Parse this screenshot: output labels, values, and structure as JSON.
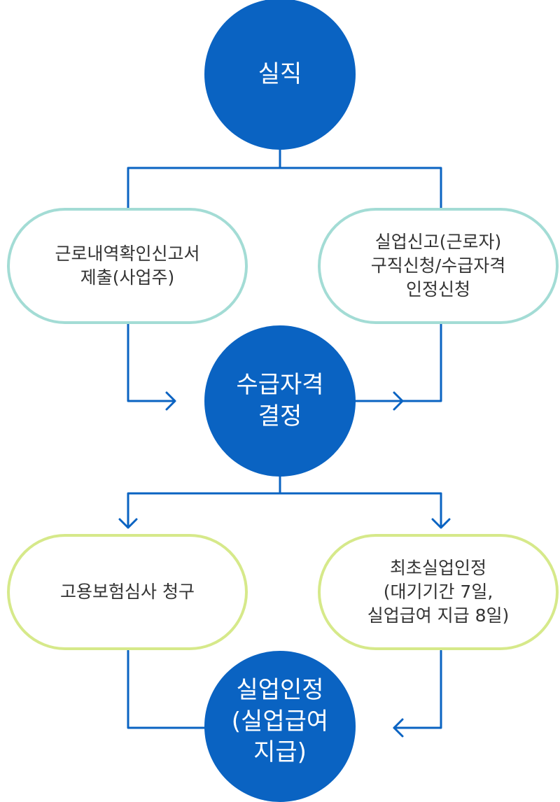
{
  "colors": {
    "node": "#0a63c2",
    "line": "#0a63c2",
    "teal_border": "#a3dcd5",
    "lime_border": "#d6e98a",
    "text": "#333333"
  },
  "nodes": {
    "job_loss": {
      "lines": [
        "실직"
      ]
    },
    "employment_report": {
      "lines": [
        "근로내역확인신고서",
        "제출(사업주)"
      ]
    },
    "unemployment_report": {
      "lines": [
        "실업신고(근로자)",
        "구직신청/수급자격",
        "인정신청"
      ]
    },
    "eligibility_decision": {
      "lines": [
        "수급자격",
        "결정"
      ]
    },
    "insurance_review": {
      "lines": [
        "고용보험심사 청구"
      ]
    },
    "first_recognition": {
      "lines": [
        "최초실업인정",
        "(대기기간 7일,",
        "실업급여 지급 8일)"
      ]
    },
    "recognition_payment": {
      "lines": [
        "실업인정",
        "(실업급여",
        "지급)"
      ]
    }
  }
}
